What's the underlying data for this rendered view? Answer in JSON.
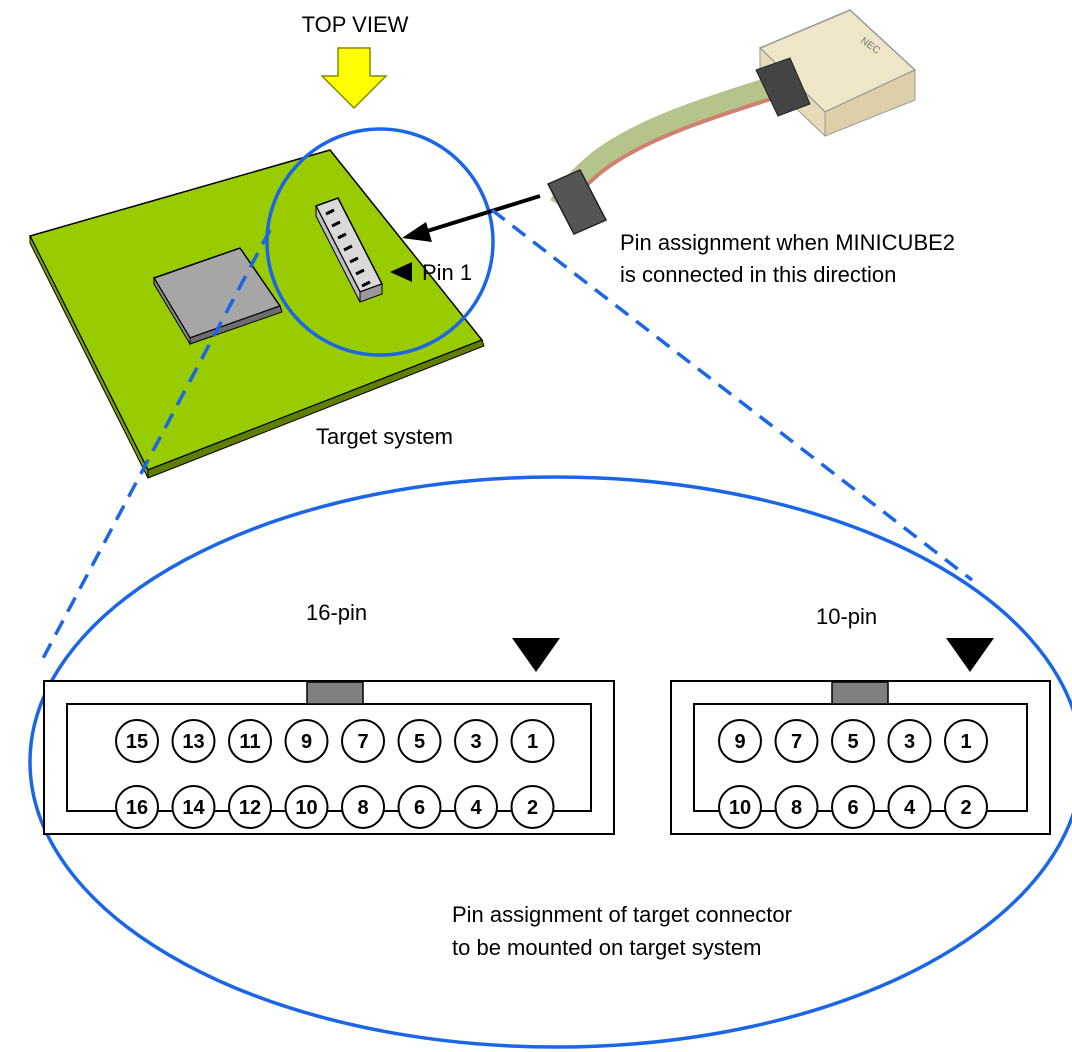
{
  "labels": {
    "top_view": "TOP VIEW",
    "pin1": "Pin 1",
    "minicube_note_line1": "Pin assignment when MINICUBE2",
    "minicube_note_line2": "is connected in this direction",
    "target_system": "Target system",
    "connector16_title": "16-pin",
    "connector10_title": "10-pin",
    "mount_note_line1": "Pin assignment of target connector",
    "mount_note_line2": "to be mounted on target system"
  },
  "device_logo": "NEC",
  "connector16": {
    "top_row": [
      "15",
      "13",
      "11",
      "9",
      "7",
      "5",
      "3",
      "1"
    ],
    "bottom_row": [
      "16",
      "14",
      "12",
      "10",
      "8",
      "6",
      "4",
      "2"
    ]
  },
  "connector10": {
    "top_row": [
      "9",
      "7",
      "5",
      "3",
      "1"
    ],
    "bottom_row": [
      "10",
      "8",
      "6",
      "4",
      "2"
    ]
  },
  "colors": {
    "board": "#99cc00",
    "callout_circle": "#1a66e6",
    "arrow": "#ffff00",
    "chip": "#a6a6a6",
    "key_notch": "#808080"
  }
}
